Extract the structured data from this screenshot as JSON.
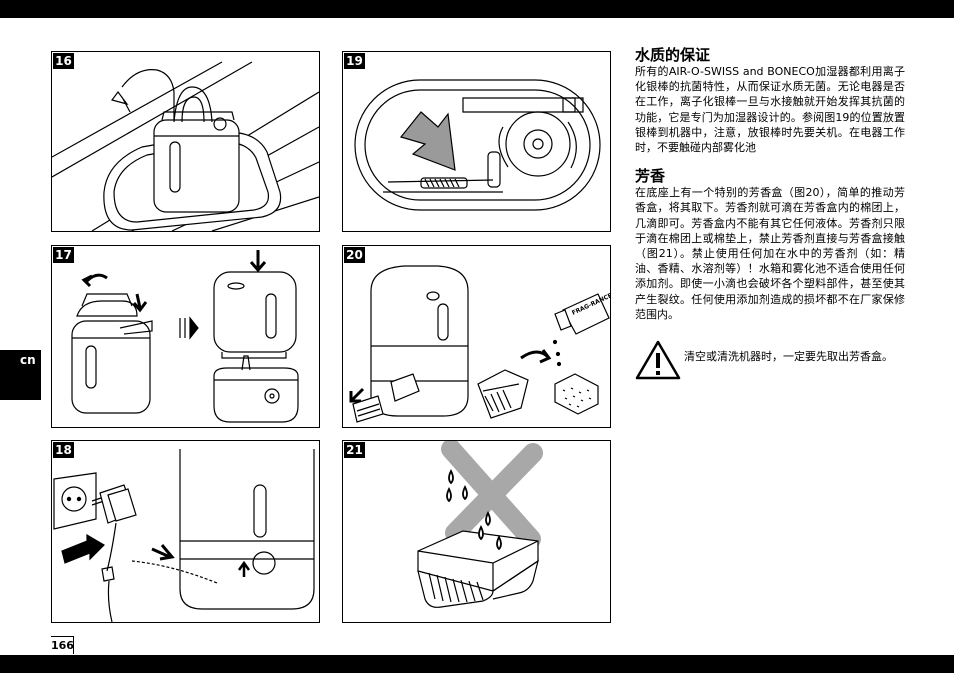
{
  "figures": [
    {
      "number": "16"
    },
    {
      "number": "17"
    },
    {
      "number": "18"
    },
    {
      "number": "19"
    },
    {
      "number": "20"
    },
    {
      "number": "21"
    }
  ],
  "fig20_label": "FRAG-RANCE",
  "sections": [
    {
      "title": "水质的保证",
      "body": "所有的AIR-O-SWISS and BONECO加湿器都利用离子化银棒的抗菌特性，从而保证水质无菌。无论电器是否在工作，离子化银棒一旦与水接触就开始发挥其抗菌的功能，它是专门为加湿器设计的。参阅图19的位置放置银棒到机器中，注意，放银棒时先要关机。在电器工作时，不要触碰内部雾化池"
    },
    {
      "title": "芳香",
      "body": "在底座上有一个特别的芳香盒（图20），简单的推动芳香盒，将其取下。芳香剂就可滴在芳香盒内的棉团上，几滴即可。芳香盒内不能有其它任何液体。芳香剂只限于滴在棉团上或棉垫上，禁止芳香剂直接与芳香盒接触（图21）。禁止使用任何加在水中的芳香剂（如：精油、香精、水溶剂等）！水箱和雾化池不适合使用任何添加剂。即使一小滴也会破坏各个塑料部件，甚至使其产生裂纹。任何使用添加剂造成的损坏都不在厂家保修范围内。"
    }
  ],
  "warning": {
    "icon": "warning-triangle-icon",
    "text": "清空或清洗机器时，一定要先取出芳香盒。"
  },
  "language_tab": "cn",
  "page_number": "166"
}
